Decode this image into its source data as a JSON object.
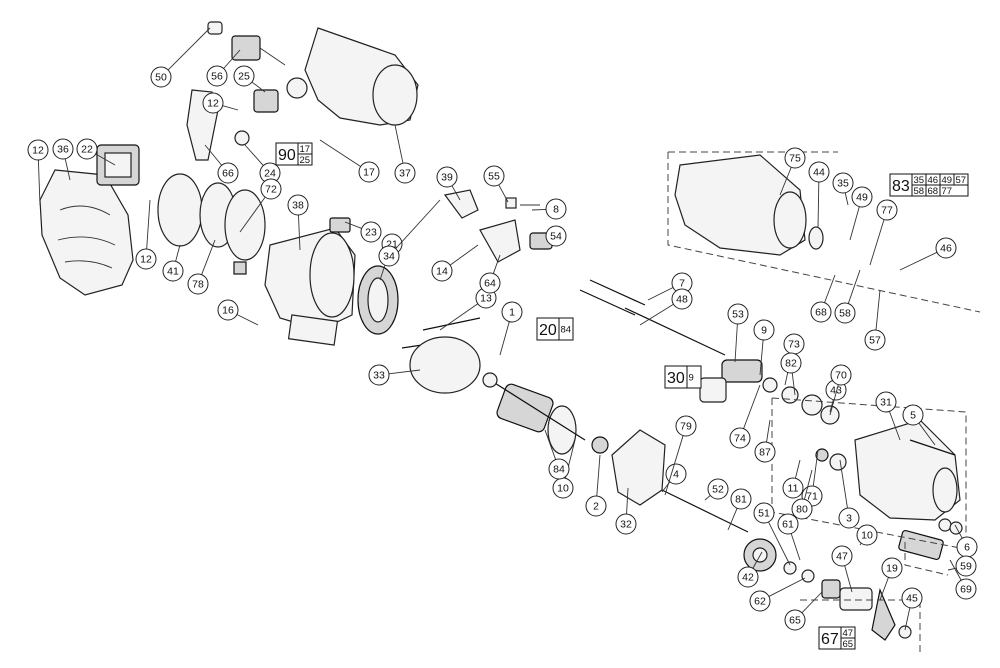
{
  "diagram": {
    "callouts": [
      "1",
      "2",
      "3",
      "4",
      "5",
      "6",
      "7",
      "8",
      "9",
      "10",
      "10",
      "11",
      "12",
      "12",
      "12",
      "13",
      "14",
      "16",
      "17",
      "19",
      "21",
      "22",
      "23",
      "24",
      "25",
      "31",
      "32",
      "33",
      "34",
      "35",
      "36",
      "37",
      "38",
      "39",
      "41",
      "42",
      "43",
      "44",
      "45",
      "46",
      "47",
      "48",
      "49",
      "50",
      "51",
      "52",
      "53",
      "54",
      "55",
      "56",
      "57",
      "58",
      "59",
      "61",
      "62",
      "64",
      "65",
      "66",
      "68",
      "69",
      "70",
      "71",
      "72",
      "73",
      "74",
      "75",
      "77",
      "78",
      "79",
      "80",
      "81",
      "82",
      "84",
      "87"
    ],
    "kits": [
      {
        "main": "20",
        "rows": [
          [
            "84"
          ]
        ]
      },
      {
        "main": "30",
        "rows": [
          [
            "9"
          ]
        ]
      },
      {
        "main": "90",
        "rows": [
          [
            "17"
          ],
          [
            "25"
          ]
        ]
      },
      {
        "main": "67",
        "rows": [
          [
            "47"
          ],
          [
            "65"
          ]
        ]
      },
      {
        "main": "83",
        "rows": [
          [
            "35",
            "46",
            "49",
            "57"
          ],
          [
            "58",
            "68",
            "77"
          ]
        ]
      }
    ]
  }
}
